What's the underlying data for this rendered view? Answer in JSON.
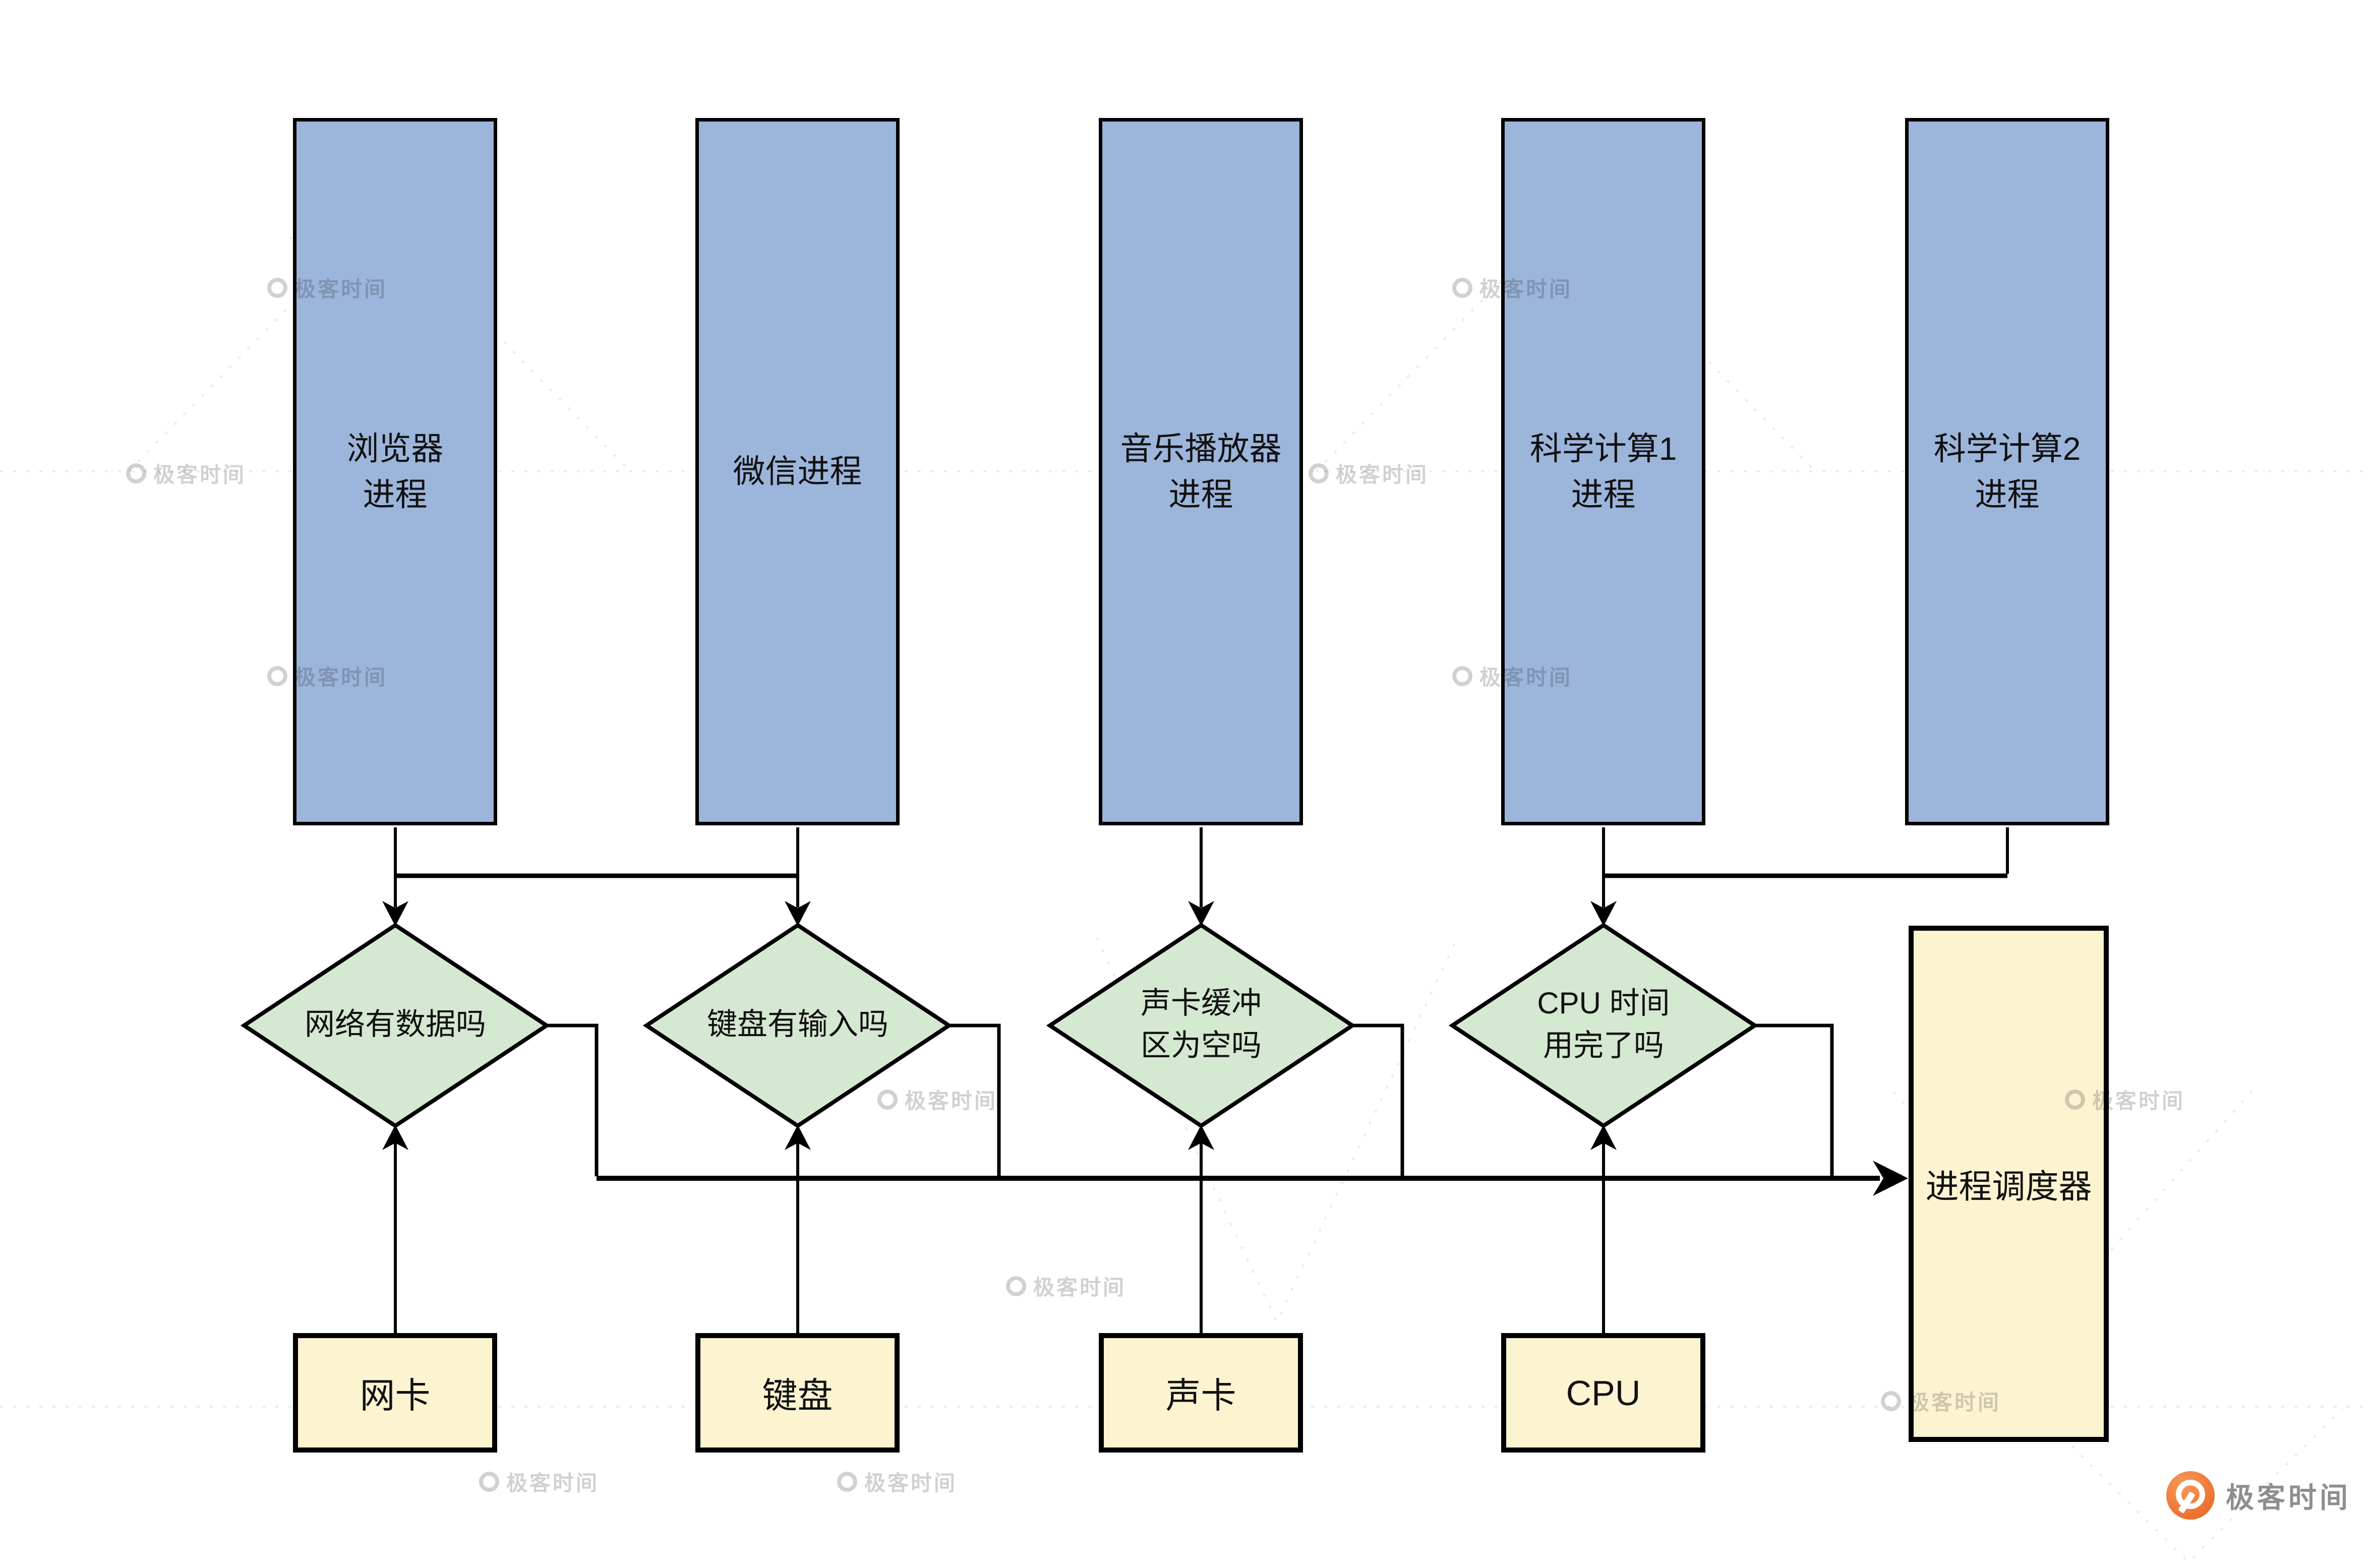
{
  "processes": [
    {
      "label": "浏览器\n进程"
    },
    {
      "label": "微信进程"
    },
    {
      "label": "音乐播放器\n进程"
    },
    {
      "label": "科学计算1\n进程"
    },
    {
      "label": "科学计算2\n进程"
    }
  ],
  "decisions": [
    {
      "label": "网络有数据吗"
    },
    {
      "label": "键盘有输入吗"
    },
    {
      "label": "声卡缓冲\n区为空吗"
    },
    {
      "label": "CPU 时间\n用完了吗"
    }
  ],
  "devices": [
    {
      "label": "网卡"
    },
    {
      "label": "键盘"
    },
    {
      "label": "声卡"
    },
    {
      "label": "CPU"
    }
  ],
  "scheduler": {
    "label": "进程调度器"
  },
  "watermark": {
    "text": "极客时间"
  },
  "brand": {
    "name": "极客时间"
  },
  "colors": {
    "process_fill": "#9CB5DB",
    "decision_fill": "#D5E8D1",
    "device_fill": "#FCF3D1",
    "stroke": "#000000",
    "brand_orange": "#EF7A3A",
    "watermark_gray": "#C2C2C2"
  }
}
